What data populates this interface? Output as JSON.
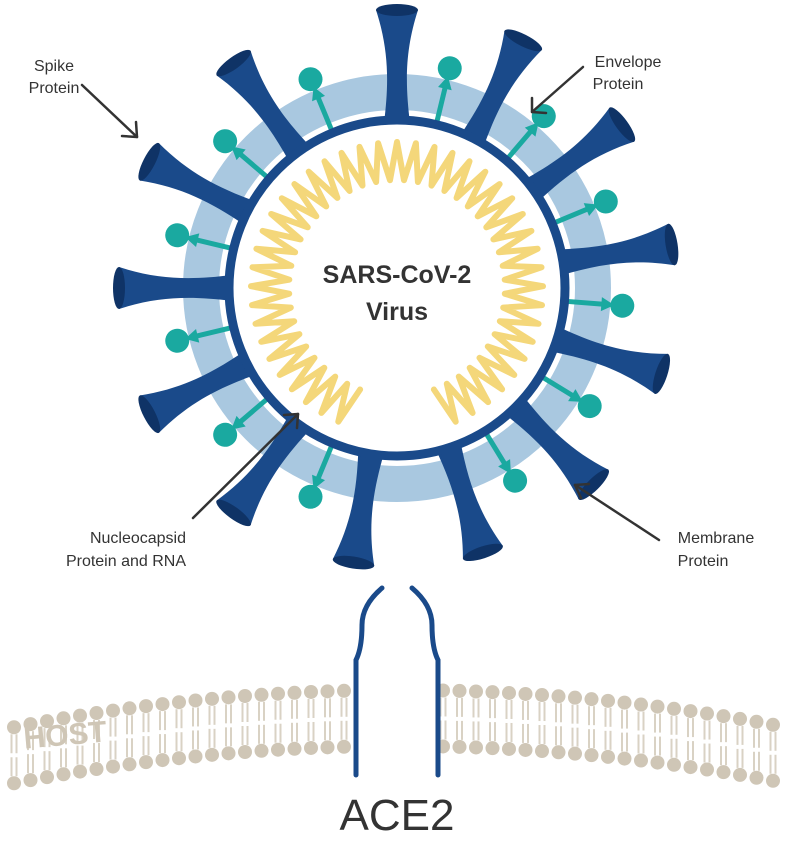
{
  "title_line1": "SARS-CoV-2",
  "title_line2": "Virus",
  "labels": {
    "spike_line1": "Spike",
    "spike_line2": "Protein",
    "envelope_line1": "Envelope",
    "envelope_line2": "Protein",
    "nucleocapsid_line1": "Nucleocapsid",
    "nucleocapsid_line2": "Protein and RNA",
    "membrane_line1": "Membrane",
    "membrane_line2": "Protein"
  },
  "host_label": "HOST",
  "receptor_label": "ACE2",
  "colors": {
    "spike": "#1a4a8a",
    "envelope_ring": "#a9c8e0",
    "membrane_protein": "#1aa9a0",
    "rna": "#f4d77a",
    "bilayer": "#ddd6c8",
    "text": "#333333"
  }
}
